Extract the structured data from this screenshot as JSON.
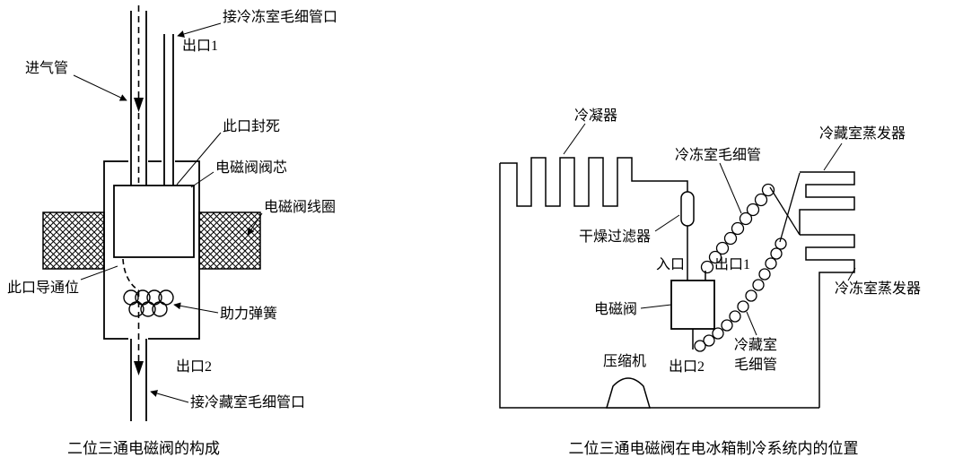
{
  "colors": {
    "background": "#ffffff",
    "ink": "#000000"
  },
  "left_diagram": {
    "caption": "二位三通电磁阀的构成",
    "labels": {
      "freezer_capillary_port": "接冷冻室毛细管口",
      "outlet_1": "出口1",
      "intake_pipe": "进气管",
      "sealed_port": "此口封死",
      "valve_core": "电磁阀阀芯",
      "valve_coil": "电磁阀线圈",
      "open_port": "此口导通位",
      "assist_spring": "助力弹簧",
      "outlet_2": "出口2",
      "fridge_capillary_port": "接冷藏室毛细管口"
    }
  },
  "right_diagram": {
    "caption": "二位三通电磁阀在电冰箱制冷系统内的位置",
    "labels": {
      "condenser": "冷凝器",
      "freezer_capillary": "冷冻室毛细管",
      "fridge_evaporator": "冷藏室蒸发器",
      "drier_filter": "干燥过滤器",
      "inlet": "入口",
      "outlet_1": "出口1",
      "solenoid_valve": "电磁阀",
      "freezer_evaporator": "冷冻室蒸发器",
      "compressor": "压缩机",
      "outlet_2": "出口2",
      "fridge_capillary_line1": "冷藏室",
      "fridge_capillary_line2": "毛细管"
    }
  }
}
